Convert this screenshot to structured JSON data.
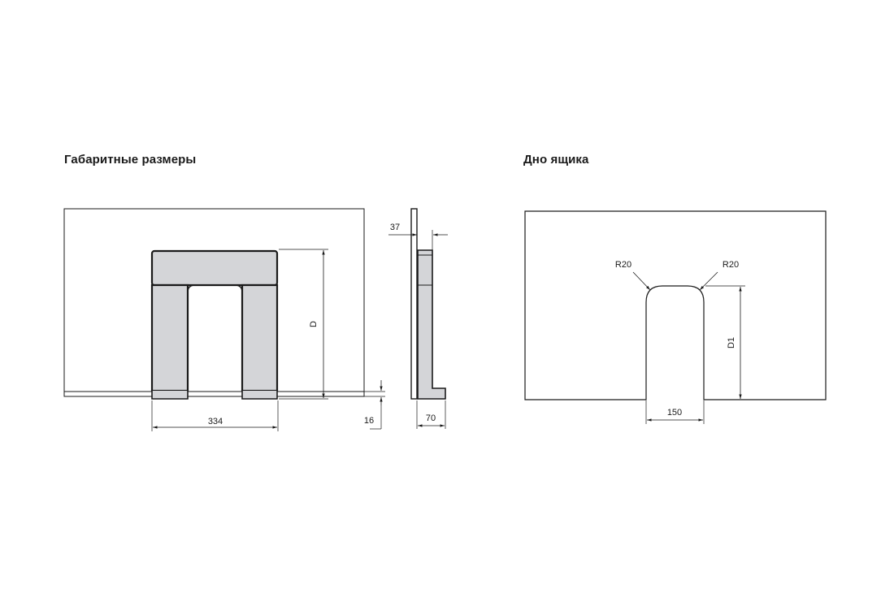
{
  "titles": {
    "overall": "Габаритные размеры",
    "bottom": "Дно ящика"
  },
  "dimensions": {
    "width": "334",
    "depth": "D",
    "thickness": "16",
    "setback": "37",
    "side_width": "70",
    "radius_left": "R20",
    "radius_right": "R20",
    "cutout_depth": "D1",
    "cutout_width": "150"
  },
  "colors": {
    "line": "#1a1a1a",
    "fill": "#d4d5d8"
  }
}
